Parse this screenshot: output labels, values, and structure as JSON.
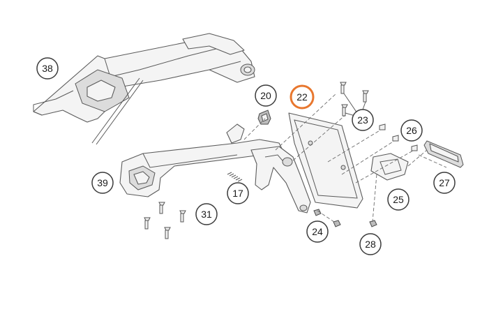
{
  "callouts": {
    "c38": "38",
    "c20": "20",
    "c22": "22",
    "c23": "23",
    "c26": "26",
    "c39": "39",
    "c17": "17",
    "c27": "27",
    "c25": "25",
    "c31": "31",
    "c24": "24",
    "c28": "28"
  },
  "colors": {
    "highlight": "#e8772e",
    "outline": "#3a3a3a"
  }
}
